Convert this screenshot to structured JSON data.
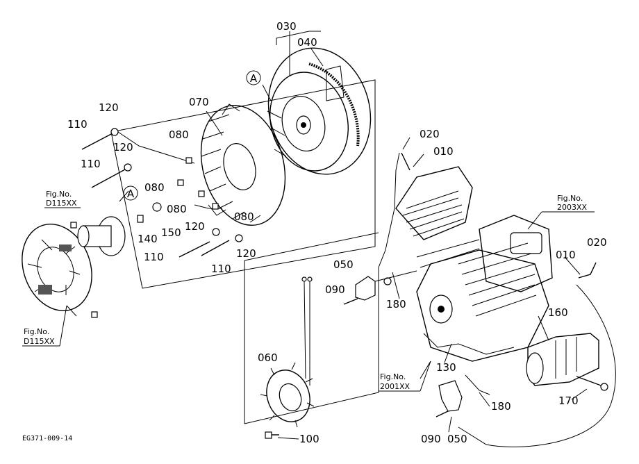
{
  "diagram": {
    "drawing_code": "EG371-009-14",
    "ref_marker": "A",
    "part_labels": {
      "p030": "030",
      "p040": "040",
      "p070": "070",
      "p110a": "110",
      "p120a": "120",
      "p120b": "120",
      "p110b": "110",
      "p080a": "080",
      "p080b": "080",
      "p080c": "080",
      "p080d": "080",
      "p140": "140",
      "p150": "150",
      "p120c": "120",
      "p110c": "110",
      "p110d": "110",
      "p120d": "120",
      "p020a": "020",
      "p010a": "010",
      "p020b": "020",
      "p010b": "010",
      "p050a": "050",
      "p090a": "090",
      "p180a": "180",
      "p060": "060",
      "p100": "100",
      "p130": "130",
      "p160": "160",
      "p170": "170",
      "p180b": "180",
      "p090b": "090",
      "p050b": "050"
    },
    "fig_refs": {
      "fig_d115xx_a": {
        "title": "Fig.No.",
        "code": "D115XX"
      },
      "fig_d115xx_b": {
        "title": "Fig.No.",
        "code": "D115XX"
      },
      "fig_2003xx": {
        "title": "Fig.No.",
        "code": "2003XX"
      },
      "fig_2001xx": {
        "title": "Fig.No.",
        "code": "2001XX"
      }
    }
  }
}
